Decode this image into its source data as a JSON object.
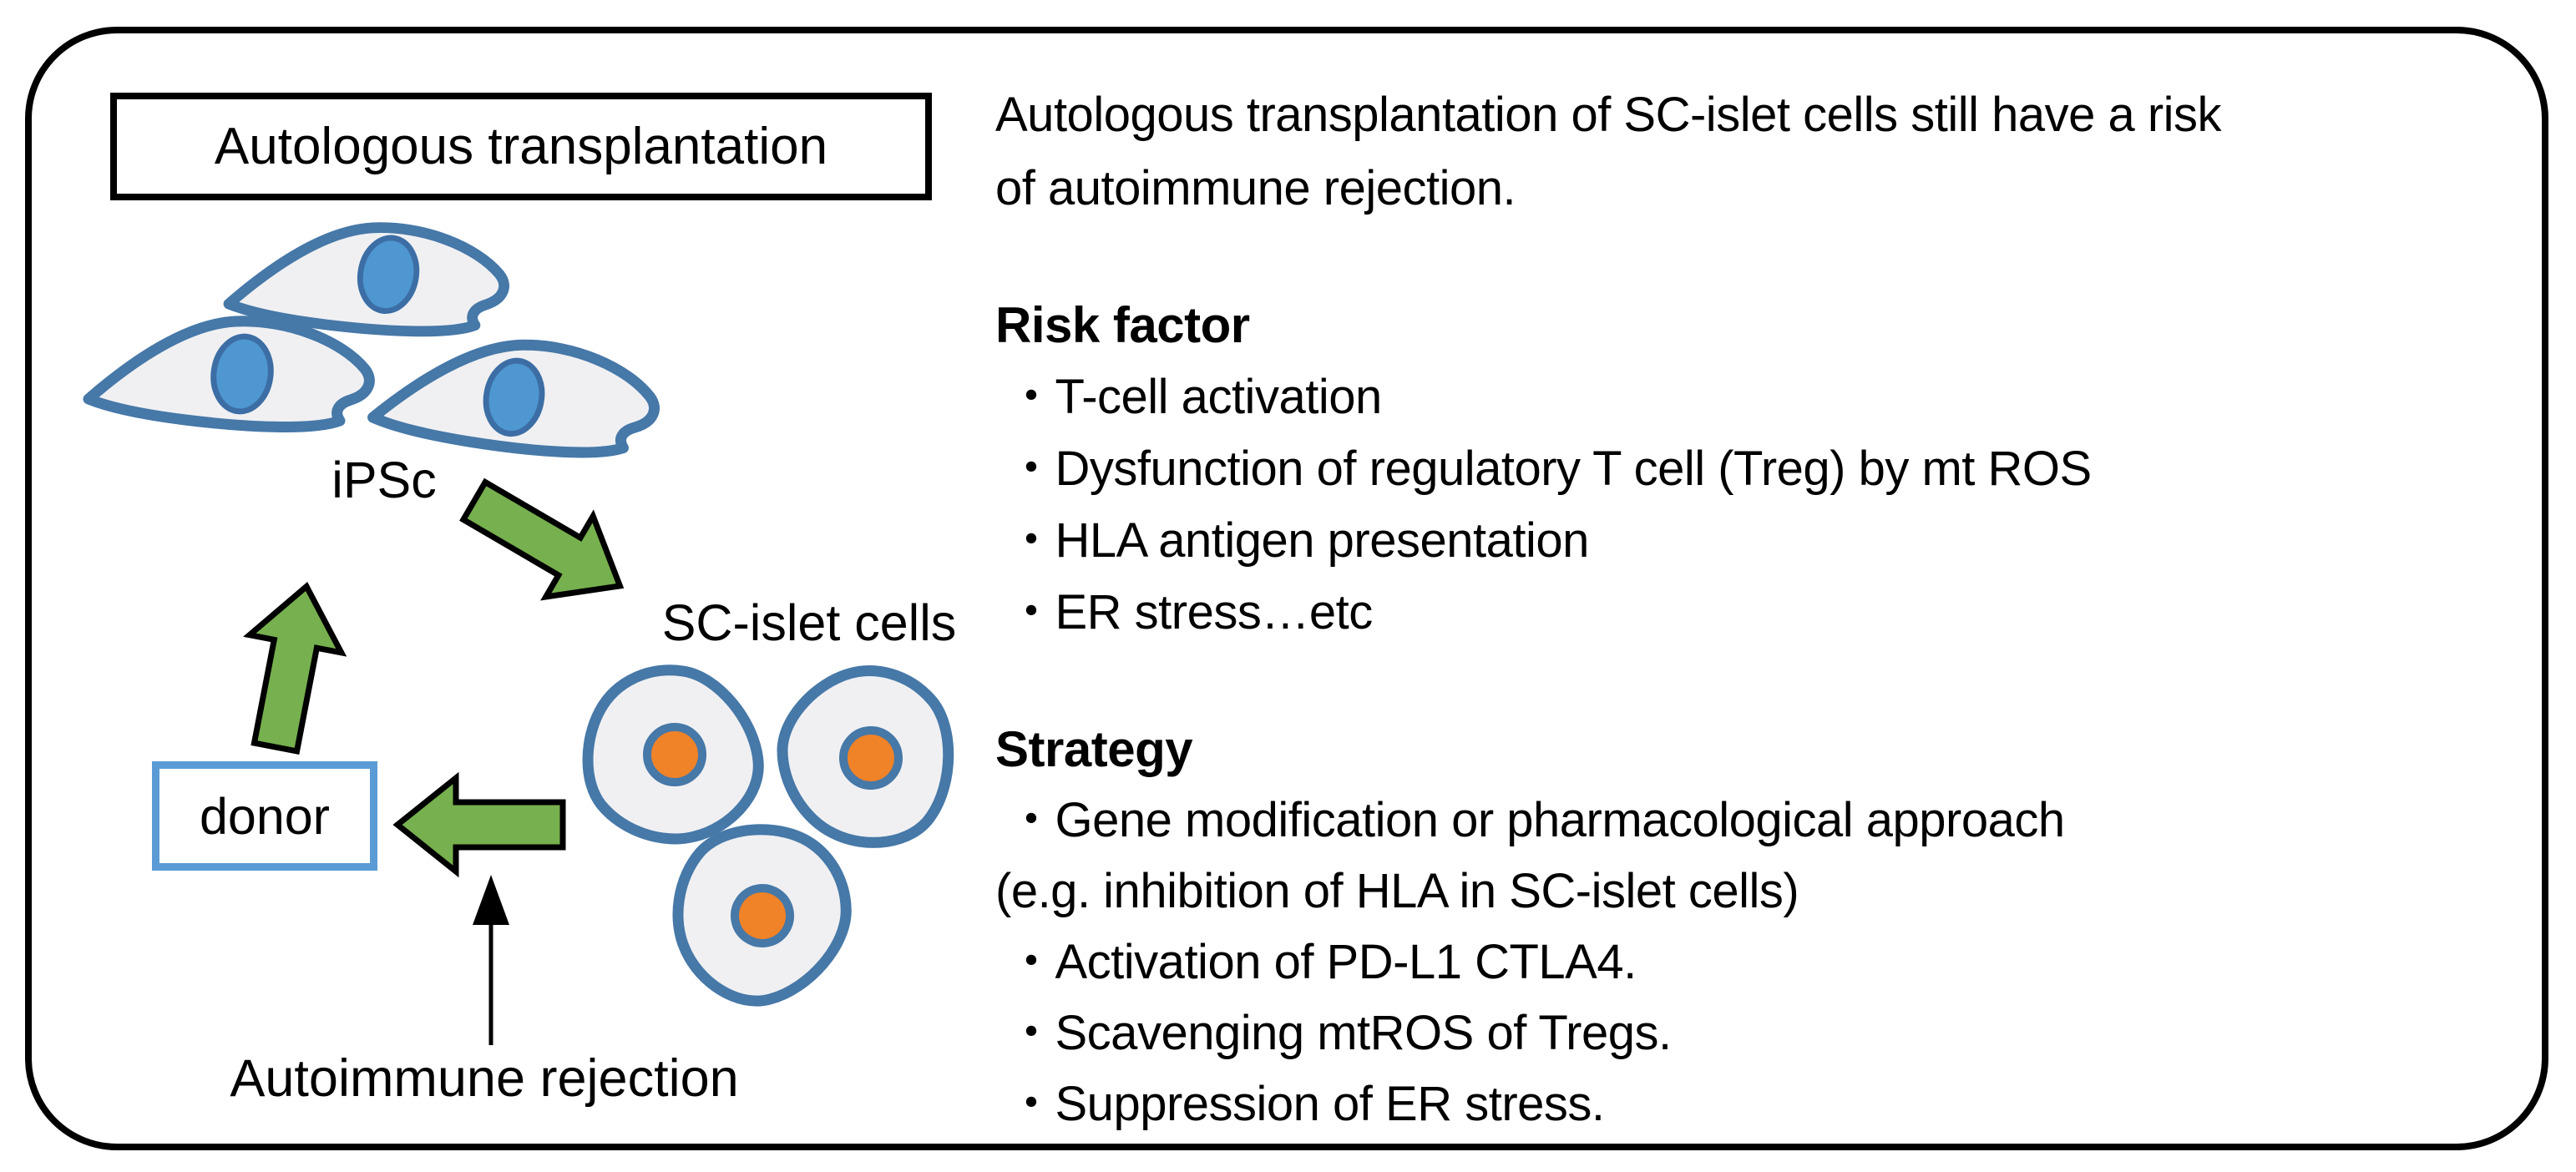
{
  "title_box": {
    "label": "Autologous transplantation"
  },
  "diagram": {
    "ipsc_label": "iPSc",
    "sc_islet_label": "SC-islet cells",
    "donor_label": "donor",
    "autoimmune_label": "Autoimmune rejection"
  },
  "panel": {
    "intro_lines": [
      "Autologous transplantation of SC-islet cells still have a risk",
      "of autoimmune rejection."
    ],
    "risk": {
      "title": "Risk factor",
      "items": [
        "・T-cell activation",
        "・Dysfunction of regulatory T cell (Treg) by mt ROS",
        "・HLA antigen presentation",
        "・ER stress…etc"
      ]
    },
    "strategy": {
      "title": "Strategy",
      "items": [
        "・Gene modification or pharmacological approach",
        "(e.g. inhibition of HLA in SC-islet cells)",
        "・Activation of PD-L1 CTLA4.",
        "・Scavenging mtROS of Tregs.",
        "・Suppression of ER stress."
      ]
    }
  },
  "colors": {
    "arrow_green": "#77B04E",
    "cell_outline_blue": "#4678A8",
    "nucleus_blue": "#4E97D1",
    "nucleus_orange": "#F08228",
    "donor_border_blue": "#5B9BD5",
    "cell_fill": "#F0F0F2",
    "border_black": "#000000"
  }
}
